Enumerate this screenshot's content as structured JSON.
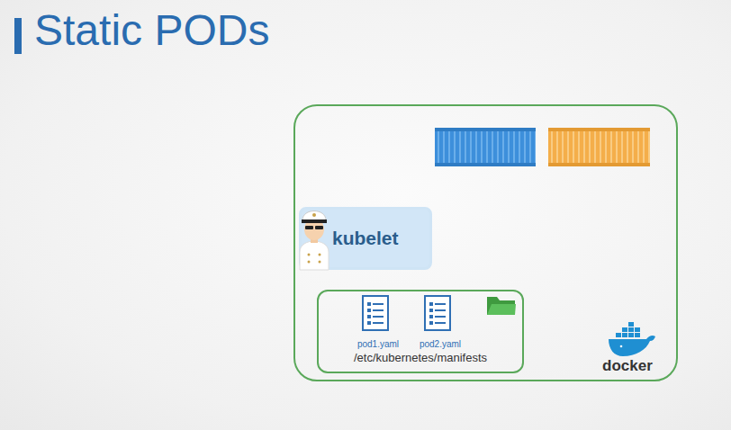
{
  "diagram": {
    "title": "Static PODs",
    "nodes": [
      {
        "text": [
          "docker"
        ]
      },
      {
        "text": [
          "kubelet"
        ],
        "in": 0
      },
      {
        "text": [
          "/etc/kubernetes/manifests"
        ],
        "in": 0
      }
    ],
    "labels": [
      "pod1.yaml",
      "pod2.yaml"
    ]
  }
}
